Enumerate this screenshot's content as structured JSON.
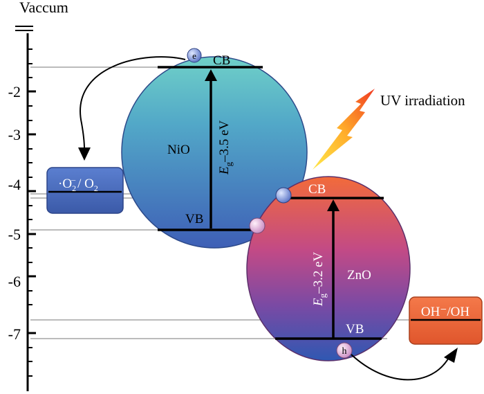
{
  "axis": {
    "title": "Vaccum",
    "ticks": [
      "-2",
      "-3",
      "-4",
      "-5",
      "-6",
      "-7"
    ]
  },
  "nio": {
    "name": "NiO",
    "cb_label": "CB",
    "vb_label": "VB",
    "gap_symbol": "E",
    "gap_sub": "g",
    "gap_value": "–3.5 eV",
    "electron": "e"
  },
  "zno": {
    "name": "ZnO",
    "cb_label": "CB",
    "vb_label": "VB",
    "gap_symbol": "E",
    "gap_sub": "g",
    "gap_value": "–3.2 eV",
    "hole": "h"
  },
  "redox": {
    "superoxide_base": "·O",
    "superoxide_sub": "2",
    "superoxide_sup": "–",
    "superoxide_rest": "/ O",
    "superoxide_rest_sub": "2",
    "hydroxyl": "OH⁻/OH"
  },
  "light": "UV irradiation",
  "colors": {
    "nio_top": "#62c6c6",
    "nio_bottom": "#3f63b7",
    "zno_top": "#f0623a",
    "zno_mid": "#a848a0",
    "zno_bottom": "#2f56b0",
    "o2_box": "#4468b8",
    "oh_box": "#e8633a"
  }
}
